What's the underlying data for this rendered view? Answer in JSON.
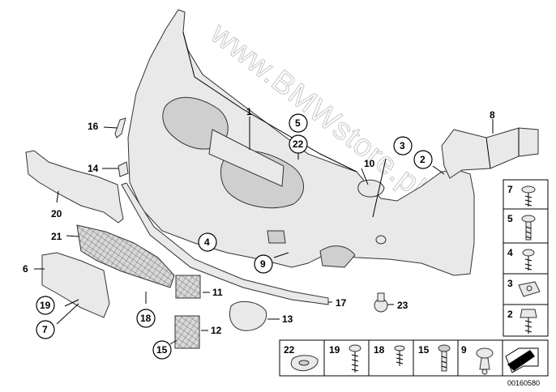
{
  "watermark": "www.BMWstore.pl",
  "document_id": "00160580",
  "callouts": {
    "c1": "1",
    "c2": "2",
    "c3": "3",
    "c4": "4",
    "c5": "5",
    "c6": "6",
    "c7": "7",
    "c8": "8",
    "c9": "9",
    "c10": "10",
    "c11": "11",
    "c12": "12",
    "c13": "13",
    "c14": "14",
    "c15": "15",
    "c16": "16",
    "c17": "17",
    "c18": "18",
    "c19": "19",
    "c20": "20",
    "c21": "21",
    "c22": "22",
    "c23": "23"
  },
  "circled_refs": {
    "r5": "5",
    "r22": "22",
    "r3": "3",
    "r2": "2",
    "r4": "4",
    "r9": "9",
    "r19": "19",
    "r7": "7",
    "r18": "18",
    "r15": "15"
  },
  "fastener_column": {
    "f7": "7",
    "f5": "5",
    "f4": "4",
    "f3": "3",
    "f2": "2"
  },
  "fastener_row": {
    "f22": "22",
    "f19": "19",
    "f18": "18",
    "f15": "15",
    "f9": "9"
  }
}
